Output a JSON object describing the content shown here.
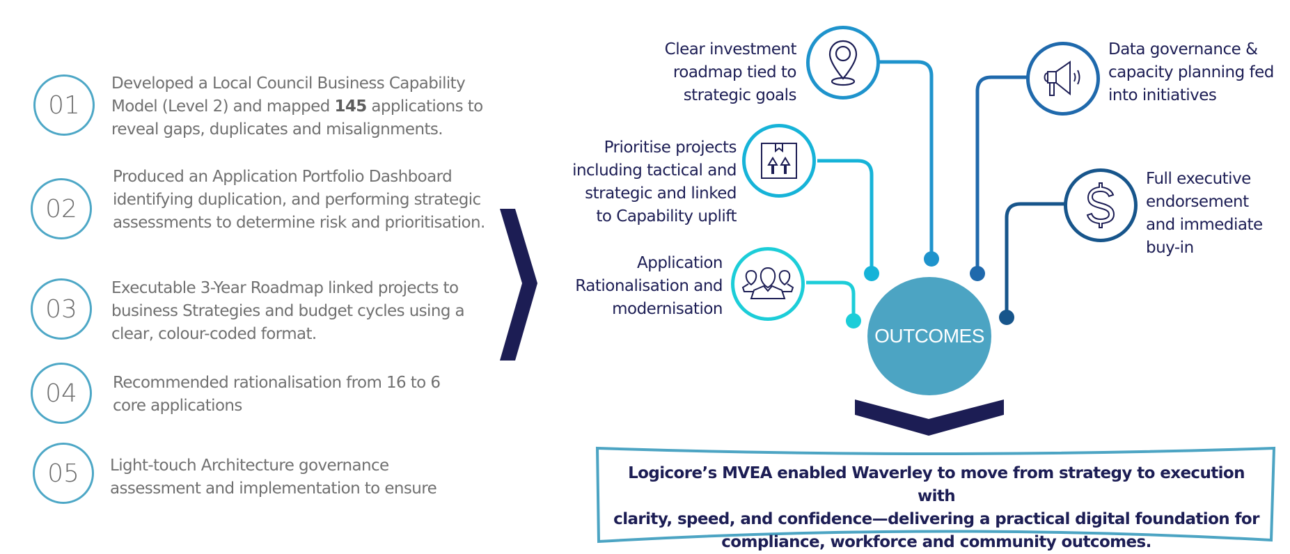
{
  "steps": [
    {
      "number": "01",
      "text_before": "Developed a Local Council Business Capability Model (Level 2) and mapped ",
      "highlight": "145",
      "text_after": " applications to reveal gaps, duplicates and misalignments."
    },
    {
      "number": "02",
      "text": "Produced an Application Portfolio Dashboard identifying duplication, and performing strategic assessments to determine risk and prioritisation."
    },
    {
      "number": "03",
      "text": "Executable 3-Year Roadmap linked projects to business Strategies and budget cycles using a clear, colour-coded format."
    },
    {
      "number": "04",
      "text": "Recommended rationalisation from 16 to 6 core applications"
    },
    {
      "number": "05",
      "text": "Light-touch Architecture governance assessment  and implementation to ensure"
    }
  ],
  "hub": {
    "label": "OUTCOMES"
  },
  "outcomes": [
    {
      "id": "investment",
      "icon": "map-pin-icon",
      "color": "#1e93cc",
      "lines": [
        "Clear investment",
        "roadmap tied to",
        "strategic goals"
      ]
    },
    {
      "id": "prioritise",
      "icon": "box-arrows-up-icon",
      "color": "#16b3d8",
      "lines": [
        "Prioritise projects",
        "including tactical and",
        "strategic and linked",
        "to Capability uplift"
      ]
    },
    {
      "id": "rationalisation",
      "icon": "people-group-icon",
      "color": "#1ccdd8",
      "lines": [
        "Application",
        "Rationalisation and",
        "modernisation"
      ]
    },
    {
      "id": "data-governance",
      "icon": "megaphone-icon",
      "color": "#1f69ac",
      "lines": [
        "Data governance &",
        "capacity planning fed",
        "into initiatives"
      ]
    },
    {
      "id": "executive",
      "icon": "dollar-icon",
      "color": "#17558b",
      "lines": [
        "Full executive",
        "endorsement",
        "and immediate",
        "buy-in"
      ]
    }
  ],
  "summary": {
    "lines": [
      "Logicore’s MVEA enabled Waverley to move from strategy to execution with",
      "clarity, speed, and confidence—delivering a practical digital foundation for",
      "compliance, workforce and community outcomes."
    ]
  },
  "colors": {
    "navy": "#1c1d54",
    "step_ring": "#4da7c6",
    "hub": "#4ca4c3",
    "step_text": "#707070"
  }
}
